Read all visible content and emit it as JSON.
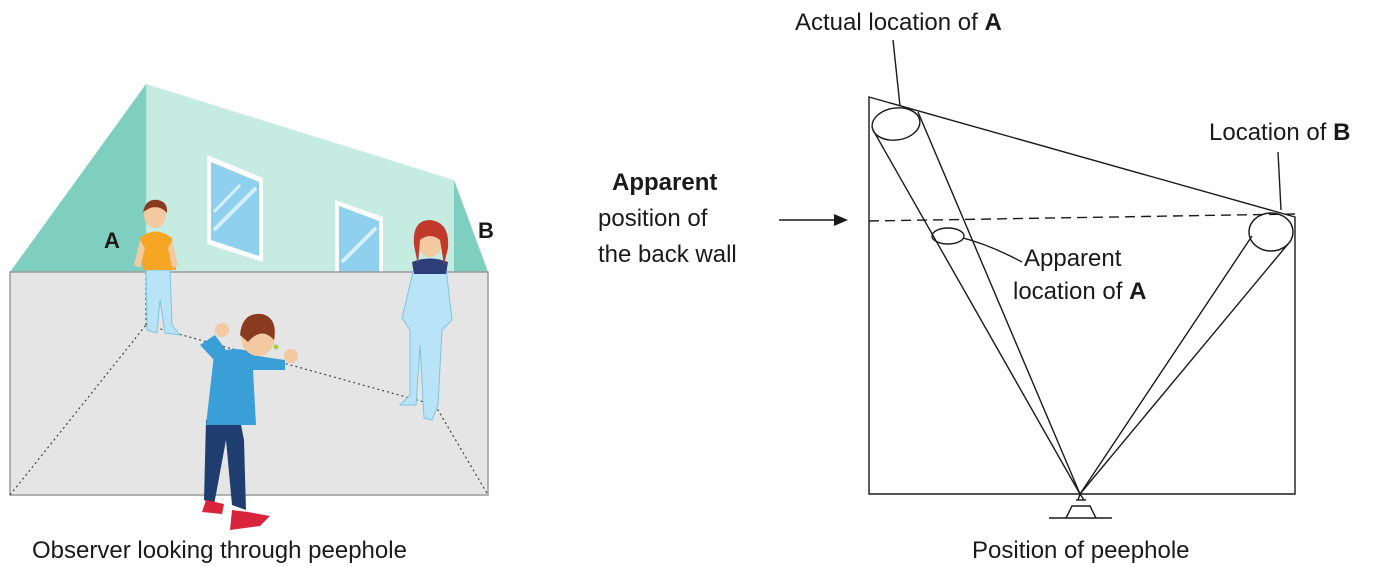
{
  "left_panel": {
    "label_a": "A",
    "label_b": "B",
    "caption": "Observer looking through peephole"
  },
  "right_panel": {
    "actual_location_prefix": "Actual location of ",
    "actual_location_letter": "A",
    "location_b_prefix": "Location of ",
    "location_b_letter": "B",
    "apparent_word": "Apparent",
    "apparent_line2": "position of",
    "apparent_line3": "the back wall",
    "apparent_a_line1": "Apparent",
    "apparent_a_line2_prefix": "location of ",
    "apparent_a_letter": "A",
    "caption": "Position of peephole"
  },
  "colors": {
    "wall_dark": "#7fcfc0",
    "wall_light": "#c6ece1",
    "floor": "#e4e5e4",
    "window": "#8fd0ee",
    "ghost": "#b9e4f7",
    "shirt_orange": "#f6a623",
    "shirt_blue": "#3a9fd6",
    "jeans": "#1f3e6f",
    "hair": "#8a3a1e",
    "shoes": "#d8253b"
  }
}
